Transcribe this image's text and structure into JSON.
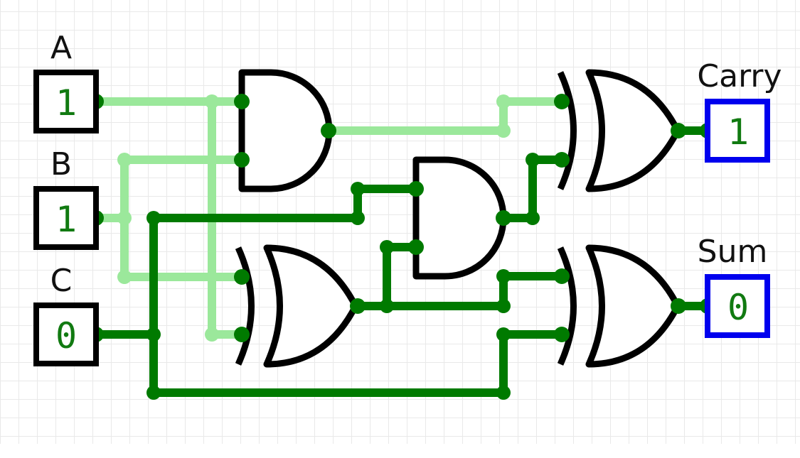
{
  "colors": {
    "wire_high": "#007a00",
    "wire_high_dim": "#9be89b",
    "gate_stroke": "#000000",
    "input_box": "#000000",
    "output_box": "#0000ee",
    "value_text": "#117a11"
  },
  "inputs": [
    {
      "id": "A",
      "label": "A",
      "value": "1"
    },
    {
      "id": "B",
      "label": "B",
      "value": "1"
    },
    {
      "id": "C",
      "label": "C",
      "value": "0"
    }
  ],
  "outputs": [
    {
      "id": "carry",
      "label": "Carry",
      "value": "1"
    },
    {
      "id": "sum",
      "label": "Sum",
      "value": "0"
    }
  ],
  "gates": [
    {
      "id": "and-1",
      "type": "AND"
    },
    {
      "id": "and-2",
      "type": "AND"
    },
    {
      "id": "xor-1",
      "type": "XOR"
    },
    {
      "id": "xor-carry",
      "type": "XOR"
    },
    {
      "id": "xor-sum",
      "type": "XOR"
    }
  ]
}
